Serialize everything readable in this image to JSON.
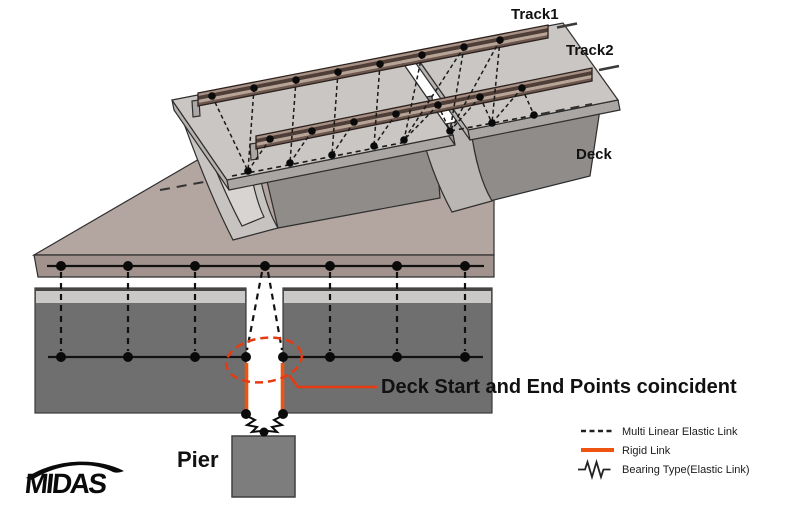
{
  "diagram": {
    "track1_label": "Track1",
    "track2_label": "Track2",
    "deck_label": "Deck",
    "pier_label": "Pier",
    "annotation": "Deck Start and End Points coincident"
  },
  "legend": {
    "multi_linear": "Multi Linear Elastic Link",
    "rigid": "Rigid Link",
    "bearing": "Bearing Type(Elastic Link)"
  },
  "logo_text": "MIDAS",
  "colors": {
    "rigid_link_orange": "#ee5310",
    "annotation_red": "#e63b11",
    "legend_orange": "#ee5310",
    "plane_top": "#b3a5a0",
    "plane_front": "#a2928d",
    "deck_gray_2d": "#6f6f6f",
    "deck_strip_2d": "#cac9c7",
    "slab_light": "#c9c6c3",
    "girder_gray": "#8f8c89",
    "pier_gray": "#7d7d7d"
  }
}
